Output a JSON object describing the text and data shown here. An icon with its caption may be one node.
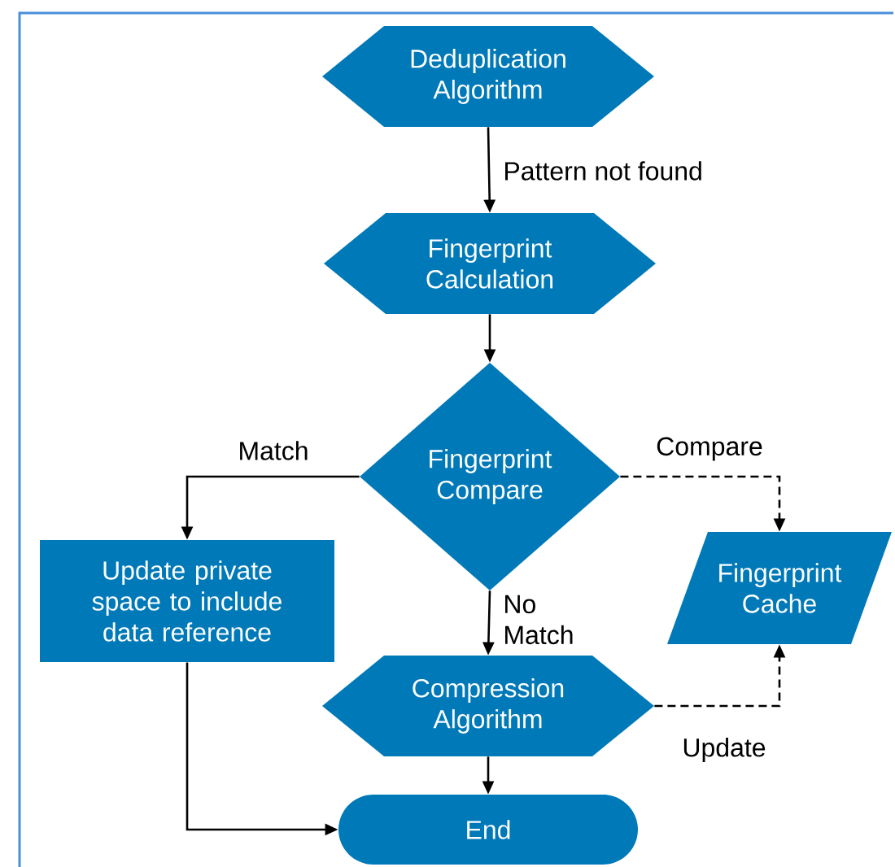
{
  "diagram": {
    "nodes": [
      {
        "text": [
          "Deduplication Algorithm"
        ]
      },
      {
        "text": [
          "Fingerprint Calculation"
        ]
      },
      {
        "text": [
          "Fingerprint Compare"
        ]
      },
      {
        "text": [
          "Update private space to include data reference"
        ]
      },
      {
        "text": [
          "Fingerprint Cache"
        ]
      },
      {
        "text": [
          "Compression Algorithm"
        ]
      },
      {
        "text": [
          "End"
        ]
      }
    ],
    "edges": [
      {
        "from": 0,
        "to": 1,
        "arrow": "to",
        "label": "Pattern not found"
      },
      {
        "from": 1,
        "to": 2,
        "arrow": "to"
      },
      {
        "from": 2,
        "to": 3,
        "arrow": "to",
        "label": "Match"
      },
      {
        "from": 2,
        "to": 4,
        "arrow": "to",
        "label": "Compare",
        "style": "dashed"
      },
      {
        "from": 2,
        "to": 5,
        "arrow": "to",
        "label": "No Match"
      },
      {
        "from": 5,
        "to": 4,
        "arrow": "to",
        "label": "Update",
        "style": "dashed"
      },
      {
        "from": 5,
        "to": 6,
        "arrow": "to"
      },
      {
        "from": 3,
        "to": 6,
        "arrow": "to"
      }
    ]
  }
}
